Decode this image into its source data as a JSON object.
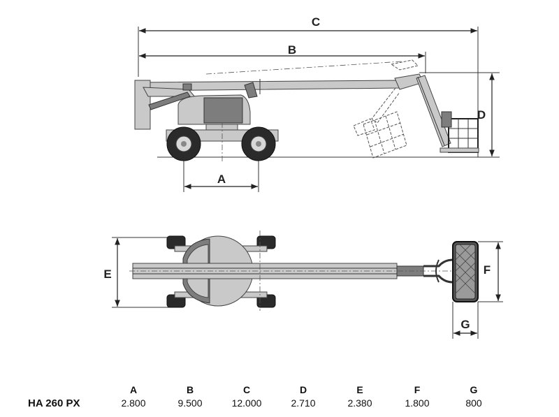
{
  "dimension_labels": {
    "A": "A",
    "B": "B",
    "C": "C",
    "D": "D",
    "E": "E",
    "F": "F",
    "G": "G"
  },
  "table": {
    "headers": [
      "A",
      "B",
      "C",
      "D",
      "E",
      "F",
      "G"
    ],
    "model": "HA 260 PX",
    "values": [
      "2.800",
      "9.500",
      "12.000",
      "2.710",
      "2.380",
      "1.800",
      "800"
    ]
  }
}
